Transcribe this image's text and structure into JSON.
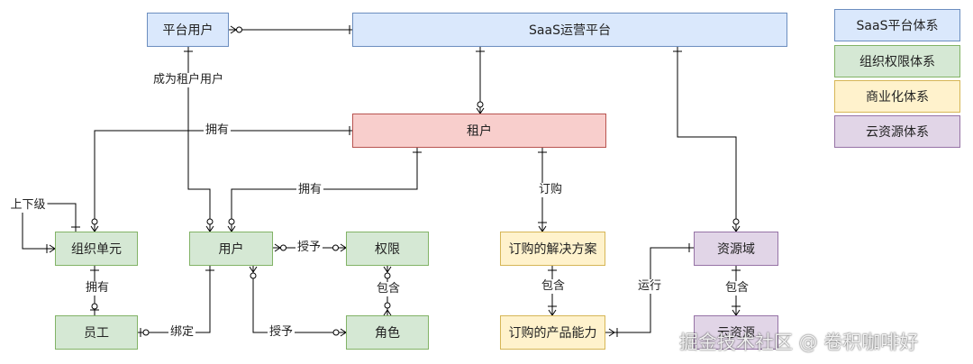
{
  "nodes": {
    "platform_user": "平台用户",
    "saas_platform": "SaaS运营平台",
    "tenant": "租户",
    "org_unit": "组织单元",
    "user": "用户",
    "permission": "权限",
    "employee": "员工",
    "role": "角色",
    "subscription_plan": "订购的解决方案",
    "product_capability": "订购的产品能力",
    "resource_domain": "资源域",
    "cloud_resource": "云资源"
  },
  "edge_labels": {
    "become_tenant_user": "成为租户用户",
    "tenant_owns_org": "拥有",
    "tenant_owns_user": "拥有",
    "hierarchy": "上下级",
    "org_has_employee": "拥有",
    "user_grant_permission": "授予",
    "permission_includes_role": "包含",
    "employee_bind_user": "绑定",
    "user_grant_role": "授予",
    "tenant_subscribes": "订购",
    "plan_includes_capability": "包含",
    "capability_runs_on": "运行",
    "domain_includes_resource": "包含"
  },
  "legend": {
    "saas": "SaaS平台体系",
    "org": "组织权限体系",
    "commerce": "商业化体系",
    "cloud": "云资源体系"
  },
  "watermark": "掘金技术社区 @ 卷积咖啡好"
}
